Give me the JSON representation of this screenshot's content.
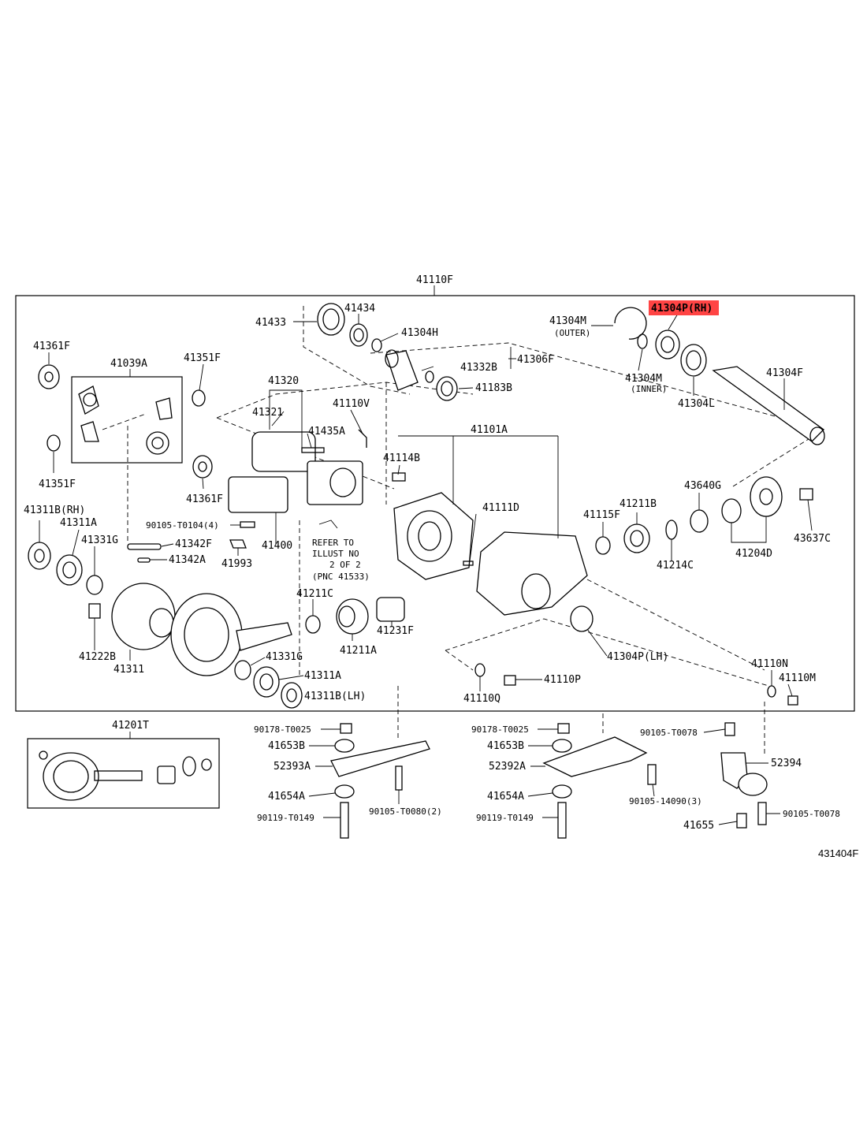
{
  "diagram": {
    "assembly_label": "41110F",
    "highlight_color": "#ff4444",
    "image_code": "431404F",
    "labels": {
      "41433": "41433",
      "41434": "41434",
      "41304H": "41304H",
      "41332B": "41332B",
      "41306F": "41306F",
      "41183B": "41183B",
      "41304M_outer": "41304M",
      "outer": "(OUTER)",
      "41304M_inner": "41304M",
      "inner": "(INNER)",
      "41304P_RH": "41304P(RH)",
      "41304L": "41304L",
      "41304F": "41304F",
      "41361F_a": "41361F",
      "41039A": "41039A",
      "41351F_a": "41351F",
      "41320": "41320",
      "41321": "41321",
      "41110V": "41110V",
      "41435A": "41435A",
      "41101A": "41101A",
      "41114B": "41114B",
      "41351F_b": "41351F",
      "41361F_b": "41361F",
      "41311B_RH": "41311B(RH)",
      "41311A_a": "41311A",
      "41331G_a": "41331G",
      "90105_T0104": "90105-T0104(4)",
      "41342F": "41342F",
      "41342A": "41342A",
      "41993": "41993",
      "41400": "41400",
      "41111D": "41111D",
      "41115F": "41115F",
      "41211B": "41211B",
      "43640G": "43640G",
      "43637C": "43637C",
      "41214C": "41214C",
      "41204D": "41204D",
      "41222B": "41222B",
      "41311": "41311",
      "41211C": "41211C",
      "41211A": "41211A",
      "41231F": "41231F",
      "41331G_b": "41331G",
      "41311A_b": "41311A",
      "41311B_LH": "41311B(LH)",
      "41304P_LH": "41304P(LH)",
      "41110N": "41110N",
      "41110M": "41110M",
      "41110P": "41110P",
      "41110Q": "41110Q",
      "41201T": "41201T",
      "90178_T0025_a": "90178-T0025",
      "41653B_a": "41653B",
      "52393A": "52393A",
      "41654A_a": "41654A",
      "90119_T0149_a": "90119-T0149",
      "90105_T0080": "90105-T0080(2)",
      "90178_T0025_b": "90178-T0025",
      "41653B_b": "41653B",
      "52392A": "52392A",
      "41654A_b": "41654A",
      "90119_T0149_b": "90119-T0149",
      "90105_T0078_a": "90105-T0078",
      "52394": "52394",
      "90105_14090": "90105-14090(3)",
      "90105_T0078_b": "90105-T0078",
      "41655": "41655"
    },
    "refer_note": [
      "REFER TO",
      "ILLUST NO",
      "2 OF 2",
      "(PNC 41533)"
    ]
  }
}
